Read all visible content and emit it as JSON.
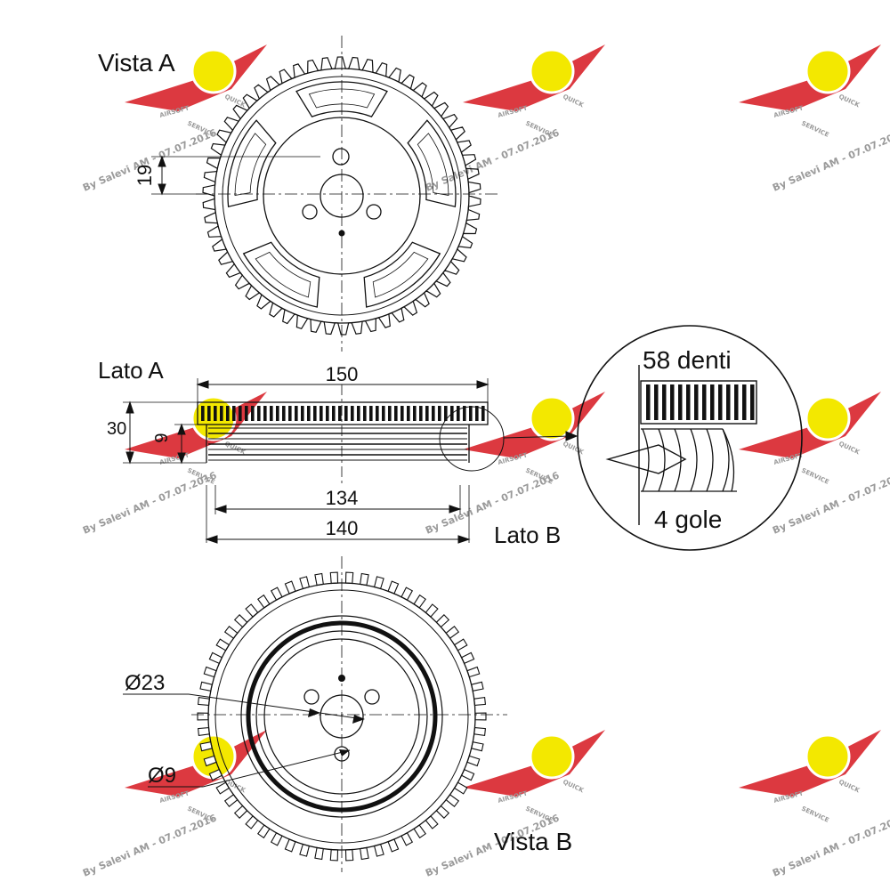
{
  "labels": {
    "vista_a": "Vista A",
    "vista_b": "Vista B",
    "lato_a": "Lato A",
    "lato_b": "Lato B"
  },
  "dimensions": {
    "offset": "19",
    "width_total": "150",
    "height_total": "30",
    "height_pulley": "9",
    "width_134": "134",
    "width_140": "140",
    "hole_large": "Ø23",
    "hole_small": "Ø9"
  },
  "detail": {
    "teeth": "58 denti",
    "grooves": "4 gole"
  },
  "watermark": {
    "text": "By Salevi AM - 07.07.2016",
    "badge_top": "AIRSOFT",
    "badge_side": "QUICK",
    "badge_bottom": "SERVICE",
    "colors": {
      "wing": "#d8242b",
      "badge": "#f3e800",
      "text": "#9a9a9a"
    }
  },
  "colors": {
    "line": "#111111",
    "background": "#ffffff"
  }
}
